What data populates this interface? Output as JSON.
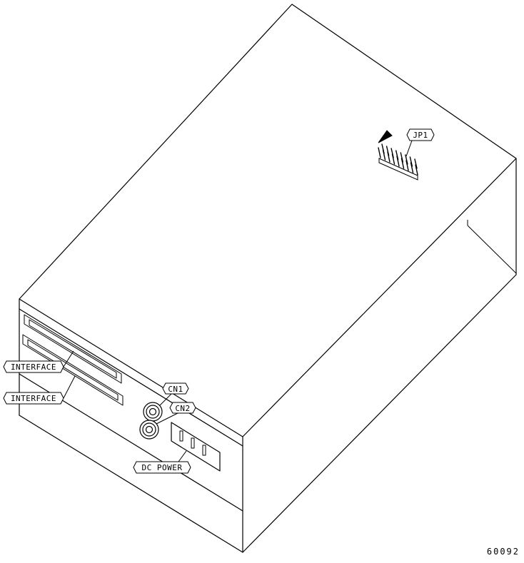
{
  "figure": {
    "number": "60092",
    "description": "Isometric line drawing of a drive unit chassis showing connector locations"
  },
  "callouts": {
    "jp1": "JP1",
    "interface_upper": "INTERFACE",
    "interface_lower": "INTERFACE",
    "cn1": "CN1",
    "cn2": "CN2",
    "dc_power": "DC POWER"
  },
  "colors": {
    "line": "#000000",
    "background": "#ffffff"
  }
}
